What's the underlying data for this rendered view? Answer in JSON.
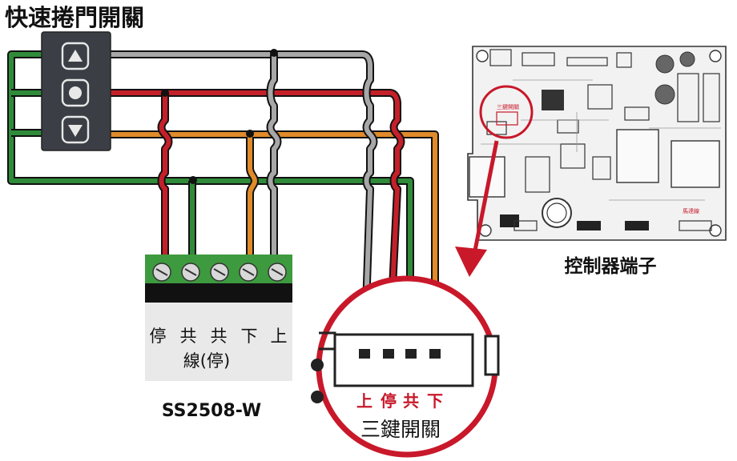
{
  "title": "快速捲門開關",
  "terminal_block": {
    "labels": [
      "停",
      "共",
      "共",
      "下",
      "上"
    ],
    "sub_label": "線(停)",
    "model": "SS2508-W"
  },
  "controller": {
    "caption": "控制器端子",
    "board_labels": [
      "三鍵開關",
      "馬達線"
    ]
  },
  "connector": {
    "labels": [
      "上",
      "停",
      "共",
      "下"
    ],
    "caption": "三鍵開關"
  },
  "wire_colors": {
    "gray": "#a7a7a7",
    "red": "#c5202a",
    "orange": "#e08a2a",
    "green": "#2f8b3a",
    "black": "#111111",
    "accent_red": "#c8182a"
  }
}
